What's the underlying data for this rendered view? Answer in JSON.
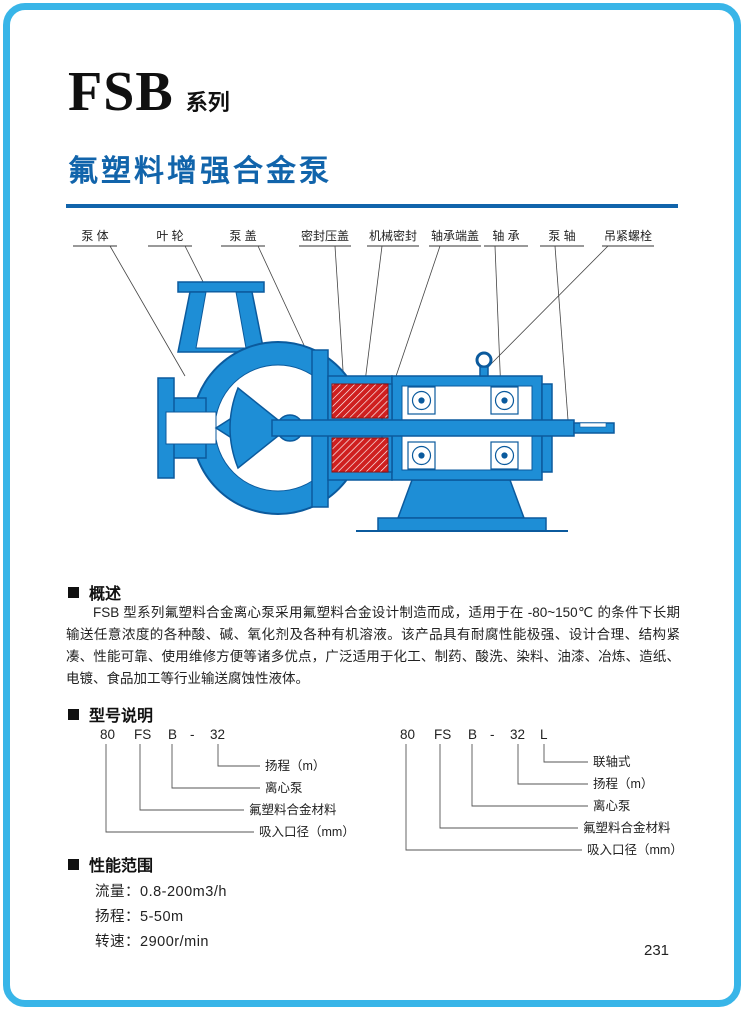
{
  "colors": {
    "frame_cyan": "#38b5e8",
    "heading_blue": "#1164ab",
    "pump_blue": "#1e8ed6",
    "pump_outline": "#0b5a9d",
    "seal_red": "#cf1f1f"
  },
  "header": {
    "series_name": "FSB",
    "series_suffix": "系列",
    "product_title": "氟塑料增强合金泵"
  },
  "diagram": {
    "labels": [
      "泵 体",
      "叶 轮",
      "泵 盖",
      "密封压盖",
      "机械密封",
      "轴承端盖",
      "轴 承",
      "泵 轴",
      "吊紧螺栓"
    ]
  },
  "overview": {
    "heading": "概述",
    "body": "FSB 型系列氟塑料合金离心泵采用氟塑料合金设计制造而成，适用于在 -80~150℃ 的条件下长期输送任意浓度的各种酸、碱、氧化剂及各种有机溶液。该产品具有耐腐性能极强、设计合理、结构紧凑、性能可靠、使用维修方便等诸多优点，广泛适用于化工、制药、酸洗、染料、油漆、冶炼、造纸、电镀、食品加工等行业输送腐蚀性液体。"
  },
  "model": {
    "heading": "型号说明",
    "left": {
      "code": [
        "80",
        "FS",
        "B",
        "-",
        "32"
      ],
      "labels": [
        "扬程（m）",
        "离心泵",
        "氟塑料合金材料",
        "吸入口径（mm）"
      ]
    },
    "right": {
      "code": [
        "80",
        "FS",
        "B",
        "-",
        "32",
        "L"
      ],
      "labels": [
        "联轴式",
        "扬程（m）",
        "离心泵",
        "氟塑料合金材料",
        "吸入口径（mm）"
      ]
    }
  },
  "performance": {
    "heading": "性能范围",
    "items": [
      "流量：0.8-200m3/h",
      "扬程：5-50m",
      "转速：2900r/min"
    ]
  },
  "page": {
    "number": "231"
  }
}
